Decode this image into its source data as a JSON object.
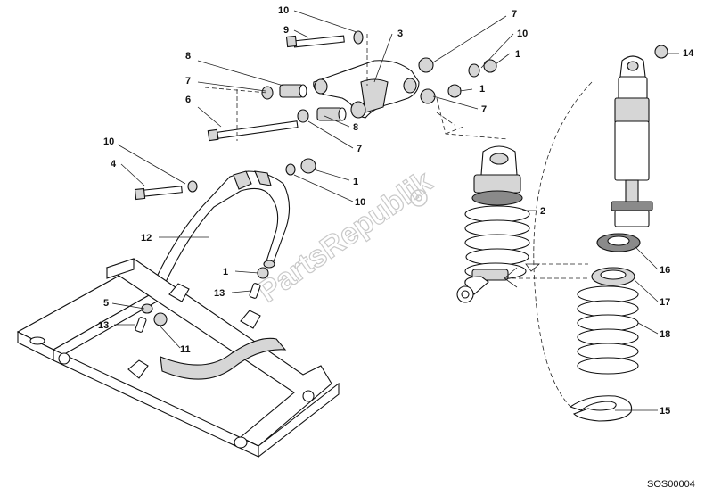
{
  "diagram": {
    "code": "SOS00004",
    "watermark": "PartsRepublik",
    "callouts": {
      "c10_top": "10",
      "c9": "9",
      "c3": "3",
      "c7_top": "7",
      "c10_right": "10",
      "c1_right": "1",
      "c8_left": "8",
      "c7_left": "7",
      "c1_mid": "1",
      "c7_mid": "7",
      "c6": "6",
      "c8_lower": "8",
      "c7_lower": "7",
      "c10_left": "10",
      "c4": "4",
      "c1_link": "1",
      "c10_link": "10",
      "c12": "12",
      "c2": "2",
      "c14": "14",
      "c16": "16",
      "c17": "17",
      "c18": "18",
      "c15": "15",
      "c1_bottom": "1",
      "c13_a": "13",
      "c5": "5",
      "c13_b": "13",
      "c11": "11"
    }
  }
}
